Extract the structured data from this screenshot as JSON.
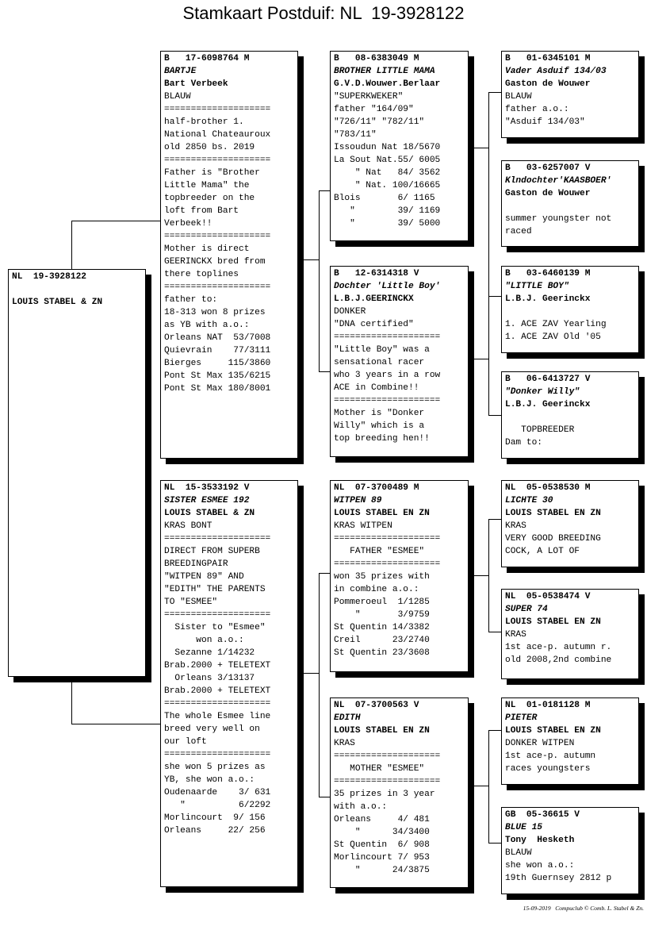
{
  "title": "Stamkaart Postduif: NL  19-3928122",
  "footer": "15-09-2019   Compuclub © Comb. L. Stabel & Zn.",
  "pigeons": {
    "subject": {
      "header": "NL  19-3928122",
      "name": "",
      "owner": "LOUIS STABEL & ZN",
      "lines": []
    },
    "sire": {
      "header": "B   17-6098764 M",
      "name": "BARTJE",
      "owner": "Bart Verbeek",
      "lines": [
        "BLAUW",
        "====================",
        "half-brother 1.",
        "National Chateauroux",
        "old 2850 bs. 2019",
        "====================",
        "Father is \"Brother",
        "Little Mama\" the",
        "topbreeder on the",
        "loft from Bart",
        "Verbeek!!",
        "====================",
        "Mother is direct",
        "GEERINCKX bred from",
        "there toplines",
        "====================",
        "father to:",
        "18-313 won 8 prizes",
        "as YB with a.o.:",
        "Orleans NAT  53/7008",
        "Quievrain    77/3111",
        "Bierges     115/3860",
        "Pont St Max 135/6215",
        "Pont St Max 180/8001"
      ]
    },
    "dam": {
      "header": "NL  15-3533192 V",
      "name": "SISTER ESMEE 192",
      "owner": "LOUIS STABEL & ZN",
      "lines": [
        "KRAS BONT",
        "====================",
        "DIRECT FROM SUPERB",
        "BREEDINGPAIR",
        "\"WITPEN 89\" AND",
        "\"EDITH\" THE PARENTS",
        "TO \"ESMEE\"",
        "====================",
        "  Sister to \"Esmee\"",
        "      won a.o.:",
        "  Sezanne 1/14232",
        "Brab.2000 + TELETEXT",
        "  Orleans 3/13137",
        "Brab.2000 + TELETEXT",
        "====================",
        "The whole Esmee line",
        "breed very well on",
        "our loft",
        "====================",
        "she won 5 prizes as",
        "YB, she won a.o.:",
        "Oudenaarde    3/ 631",
        "   \"          6/2292",
        "Morlincourt  9/ 156",
        "Orleans     22/ 256"
      ]
    },
    "ss": {
      "header": "B   08-6383049 M",
      "name": "BROTHER LITTLE MAMA",
      "owner": "G.V.D.Wouwer.Berlaar",
      "lines": [
        "\"SUPERKWEKER\"",
        "father \"164/09\"",
        "\"726/11\" \"782/11\"",
        "\"783/11\"",
        "Issoudun Nat 18/5670",
        "La Sout Nat.55/ 6005",
        "    \" Nat   84/ 3562",
        "    \" Nat. 100/16665",
        "Blois       6/ 1165",
        "   \"        39/ 1169",
        "   \"        39/ 5000"
      ]
    },
    "sd": {
      "header": "B   12-6314318 V",
      "name": "Dochter 'Little Boy'",
      "owner": "L.B.J.GEERINCKX",
      "lines": [
        "DONKER",
        "\"DNA certified\"",
        "====================",
        "\"Little Boy\" was a",
        "sensational racer",
        "who 3 years in a row",
        "ACE in Combine!!",
        "====================",
        "Mother is \"Donker",
        "Willy\" which is a",
        "top breeding hen!!"
      ]
    },
    "ds": {
      "header": "NL  07-3700489 M",
      "name": "WITPEN 89",
      "owner": "LOUIS STABEL EN ZN",
      "lines": [
        "KRAS WITPEN",
        "====================",
        "   FATHER \"ESMEE\"",
        "====================",
        "won 35 prizes with",
        "in combine a.o.:",
        "Pommeroeul  1/1285",
        "    \"       3/9759",
        "St Quentin 14/3382",
        "Creil      23/2740",
        "St Quentin 23/3608"
      ]
    },
    "dd": {
      "header": "NL  07-3700563 V",
      "name": "EDITH",
      "owner": "LOUIS STABEL EN ZN",
      "lines": [
        "KRAS",
        "====================",
        "   MOTHER \"ESMEE\"",
        "====================",
        "35 prizes in 3 year",
        "with a.o.:",
        "Orleans     4/ 481",
        "    \"      34/3400",
        "St Quentin  6/ 908",
        "Morlincourt 7/ 953",
        "    \"      24/3875"
      ]
    },
    "sss": {
      "header": "B   01-6345101 M",
      "name": "Vader Asduif 134/03",
      "owner": "Gaston de Wouwer",
      "lines": [
        "BLAUW",
        "father a.o.:",
        "\"Asduif 134/03\""
      ]
    },
    "ssd": {
      "header": "B   03-6257007 V",
      "name": "Klndochter'KAASBOER'",
      "owner": "Gaston de Wouwer",
      "lines": [
        "",
        "summer youngster not",
        "raced"
      ]
    },
    "sds": {
      "header": "B   03-6460139 M",
      "name": "\"LITTLE BOY\"",
      "owner": "L.B.J. Geerinckx",
      "lines": [
        "",
        "1. ACE ZAV Yearling",
        "1. ACE ZAV Old '05"
      ]
    },
    "sdd": {
      "header": "B   06-6413727 V",
      "name": "\"Donker Willy\"",
      "owner": "L.B.J. Geerinckx",
      "lines": [
        "",
        "   TOPBREEDER",
        "Dam to:"
      ]
    },
    "dss": {
      "header": "NL  05-0538530 M",
      "name": "LICHTE 30",
      "owner": "LOUIS STABEL EN ZN",
      "lines": [
        "KRAS",
        "VERY GOOD BREEDING",
        "COCK, A LOT OF"
      ]
    },
    "dsd": {
      "header": "NL  05-0538474 V",
      "name": "SUPER 74",
      "owner": "LOUIS STABEL EN ZN",
      "lines": [
        "KRAS",
        "1st ace-p. autumn r.",
        "old 2008,2nd combine"
      ]
    },
    "dds": {
      "header": "NL  01-0181128 M",
      "name": "PIETER",
      "owner": "LOUIS STABEL EN ZN",
      "lines": [
        "DONKER WITPEN",
        "1st ace-p. autumn",
        "races youngsters"
      ]
    },
    "ddd": {
      "header": "GB  05-36615 V",
      "name": "BLUE 15",
      "owner": "Tony  Hesketh",
      "lines": [
        "BLAUW",
        "she won a.o.:",
        "19th Guernsey 2812 p"
      ]
    }
  }
}
